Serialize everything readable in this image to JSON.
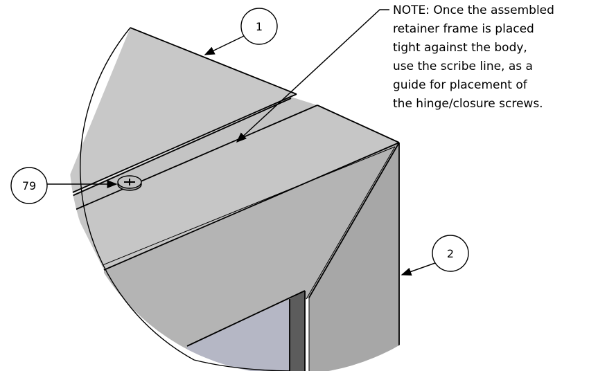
{
  "callouts": [
    {
      "id": "part-1",
      "label": "1"
    },
    {
      "id": "part-2",
      "label": "2"
    },
    {
      "id": "part-79",
      "label": "79"
    }
  ],
  "note": {
    "lines": [
      "NOTE: Once the assembled",
      "retainer frame is placed",
      "tight against the body,",
      "use the scribe line, as a",
      "guide for placement of",
      "the hinge/closure screws."
    ]
  },
  "colors": {
    "panel_light": "#cbcbcb",
    "panel_mid": "#c2c2c2",
    "panel_dark": "#a9a9a9",
    "inner_face": "#b4b6c4",
    "inner_edge": "#5a5a5a",
    "screw": "#bdbdbd",
    "outline": "#000000"
  }
}
